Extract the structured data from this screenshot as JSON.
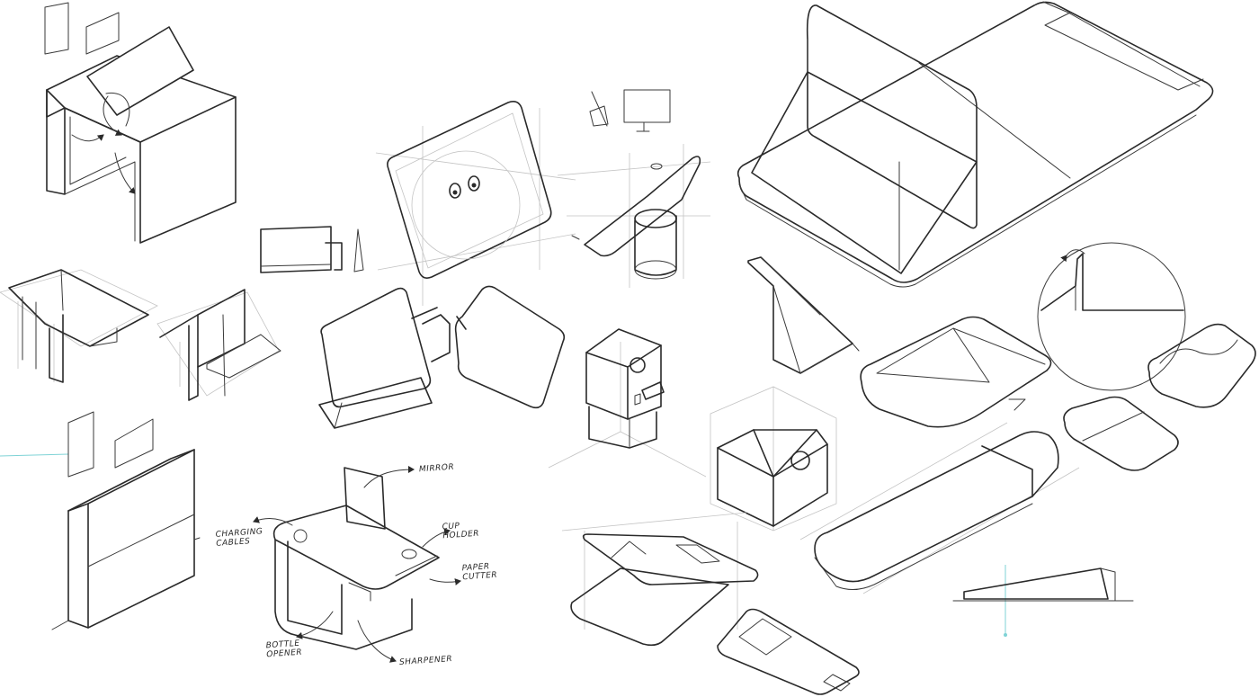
{
  "annotations": {
    "mirror": "MIRROR",
    "charging_cables": "CHARGING\nCABLES",
    "cup_holder": "CUP\nHOLDER",
    "paper_cutter": "PAPER\nCUTTER",
    "bottle_opener": "BOTTLE\nOPENER",
    "sharpener": "SHARPENER"
  },
  "colors": {
    "ink": "#2a2a2a",
    "construction": "#c4c4c4",
    "accent": "#7fd3d6",
    "paper": "#ffffff"
  },
  "icons": {
    "arrow": "arrow-icon",
    "rotate": "rotate-arrow-icon"
  }
}
